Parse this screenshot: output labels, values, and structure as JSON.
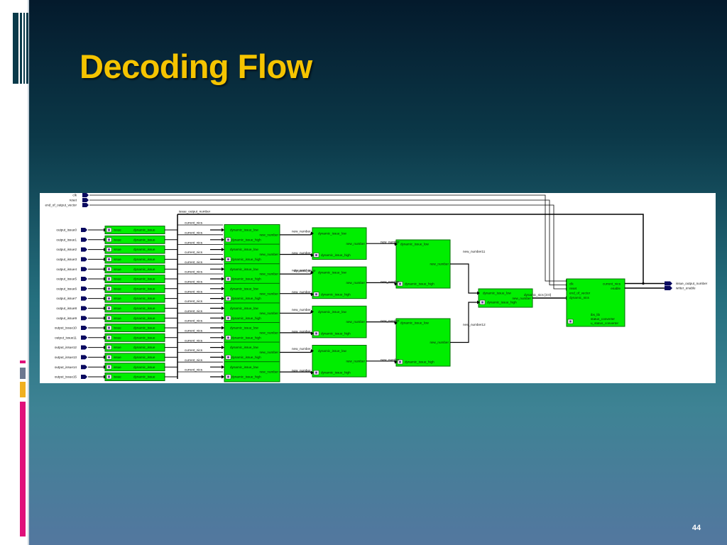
{
  "slide": {
    "title": "Decoding Flow",
    "page_number": "44"
  },
  "colors": {
    "title": "#f5c400",
    "block_fill": "#00ee00",
    "block_border": "#006e00",
    "wire": "#000000",
    "accent_bars": [
      "#e0107a",
      "#6c7890",
      "#f0b020",
      "#e0107a"
    ]
  },
  "diagram": {
    "global_inputs": [
      "clk",
      "reset",
      "end_of_output_vector"
    ],
    "output_issue_inputs": [
      "output_issue0",
      "output_issue1",
      "output_issue2",
      "output_issue3",
      "output_issue4",
      "output_issue5",
      "output_issue6",
      "output_issue7",
      "output_issue8",
      "output_issue9",
      "output_issue10",
      "output_issue11",
      "output_issue12",
      "output_issue13",
      "output_issue14",
      "output_issue15"
    ],
    "feedback_bus": "issue_output_number",
    "stage1": {
      "port_in": "issue",
      "port_out": "dynamic_issue",
      "extra_label": "current_nics"
    },
    "stage2": {
      "ports_in": [
        "dynamic_issue_low",
        "dynamic_issue_high"
      ],
      "port_out": "new_number"
    },
    "stage2_wire_label": "new_number",
    "stage3_extra_label": "dynamic_issue",
    "stage3": {
      "ports_in": [
        "dynamic_issue_low",
        "dynamic_issue_high"
      ],
      "port_out": "new_number"
    },
    "stage4": {
      "ports_in": [
        "dynamic_issue_low",
        "dynamic_issue_high"
      ],
      "port_out": "new_number"
    },
    "stage4_wire_labels": [
      "new_number11",
      "new_number12"
    ],
    "stage5": {
      "ports_in": [
        "dynamic_issue_low",
        "dynamic_issue_high"
      ],
      "port_out": "new_number"
    },
    "stage5_wire_label": "dynamic_nics [3:0]",
    "final_block": {
      "ports_in": [
        "clk",
        "reset",
        "end_of_vector",
        "dynamic_nics"
      ],
      "ports_out": [
        "current_nics",
        "enable"
      ],
      "caption": [
        "ibs_lib",
        "status_converter",
        "u_status_converter"
      ]
    },
    "outputs": [
      "issue_output_number",
      "writer_enable"
    ]
  }
}
